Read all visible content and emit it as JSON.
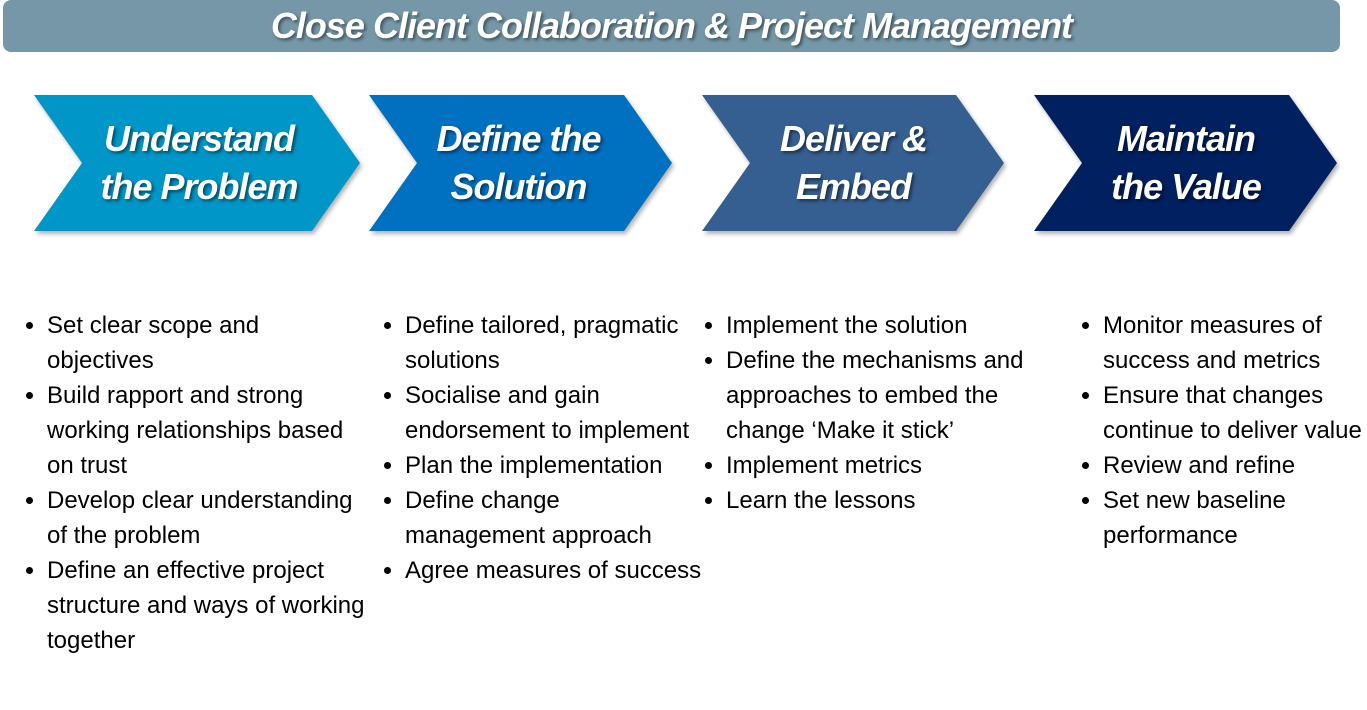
{
  "title": "Close Client Collaboration & Project Management",
  "colors": {
    "title_bar": "#7597a8",
    "stage1": "#0096c8",
    "stage2": "#0070c0",
    "stage3": "#355f91",
    "stage4": "#002060"
  },
  "stages": [
    {
      "label": "Understand the Problem",
      "bullets": [
        "Set clear scope and objectives",
        "Build rapport and strong working relationships based on trust",
        "Develop clear understanding of the problem",
        "Define an effective project structure and ways of working together"
      ]
    },
    {
      "label": "Define the Solution",
      "bullets": [
        "Define tailored, pragmatic solutions",
        "Socialise and gain endorsement to implement",
        "Plan the implementation",
        "Define change management  approach",
        "Agree measures of success"
      ]
    },
    {
      "label": "Deliver & Embed",
      "bullets": [
        "Implement the solution",
        "Define the mechanisms and approaches to embed the change ‘Make it stick’",
        "Implement metrics",
        "Learn the lessons"
      ]
    },
    {
      "label": "Maintain the Value",
      "bullets": [
        "Monitor measures of success and metrics",
        "Ensure that changes continue to deliver value",
        "Review and refine",
        "Set new baseline performance"
      ]
    }
  ]
}
